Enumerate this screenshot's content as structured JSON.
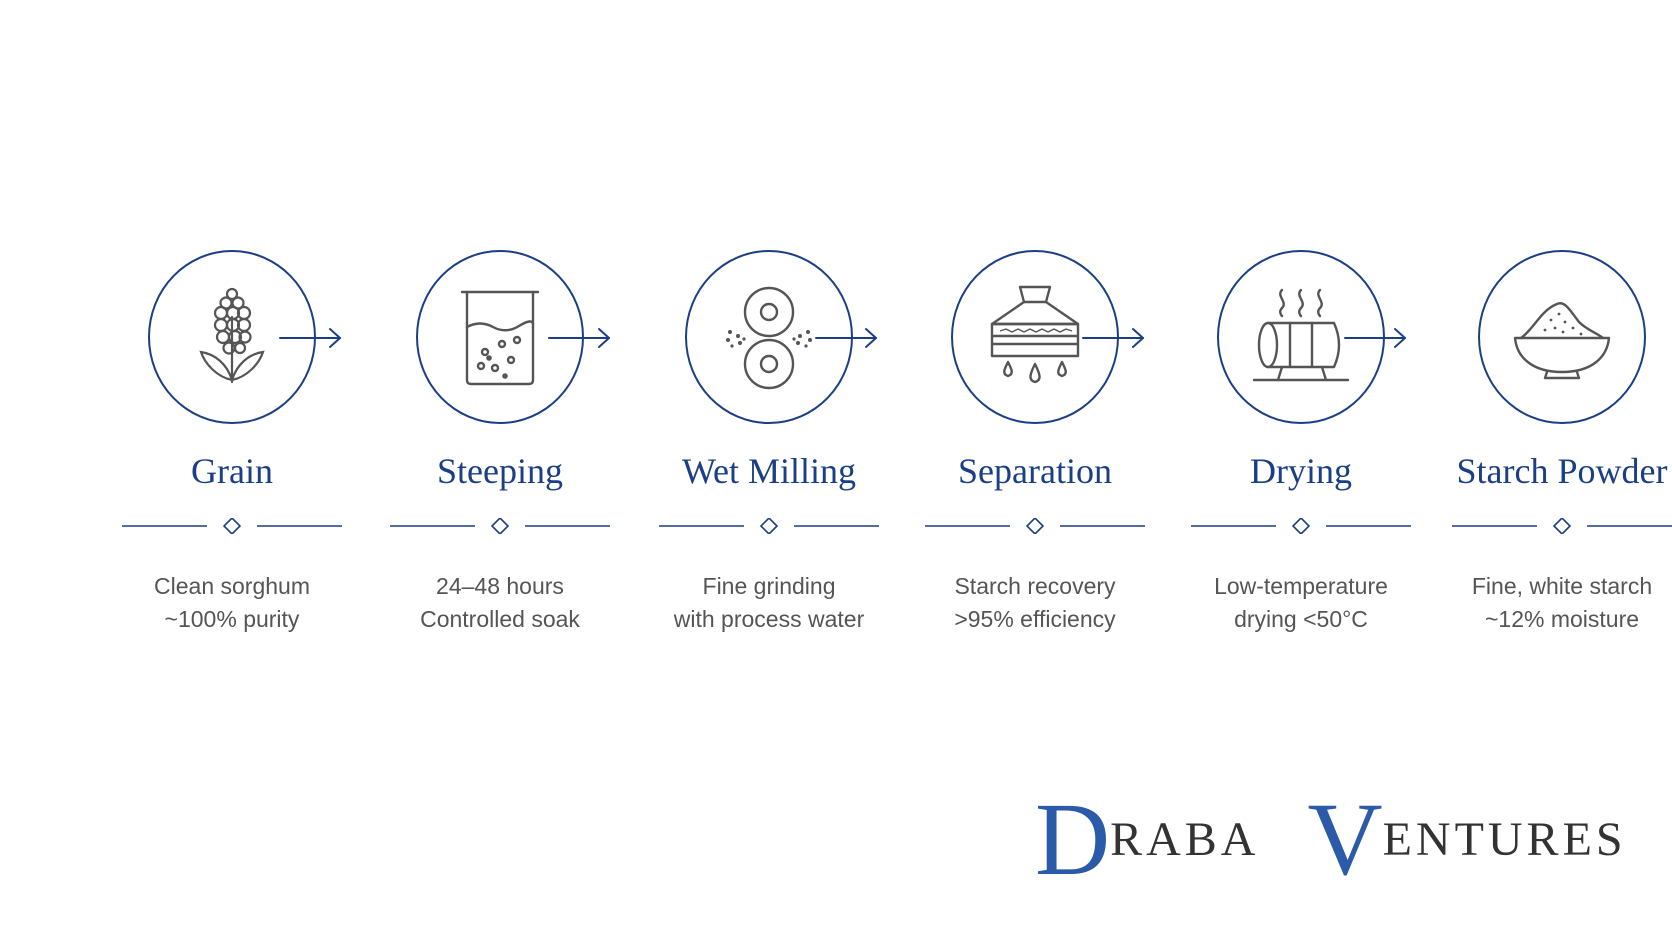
{
  "colors": {
    "accent": "#1b3f86",
    "text": "#555555",
    "logo_blue": "#2a5aa8",
    "logo_gray": "#333333"
  },
  "steps": [
    {
      "title": "Grain",
      "icon": "sorghum-plant-icon",
      "desc_lines": [
        "Clean sorghum",
        "~100% purity"
      ]
    },
    {
      "title": "Steeping",
      "icon": "beaker-icon",
      "desc_lines": [
        "24–48 hours",
        "Controlled soak"
      ]
    },
    {
      "title": "Wet Milling",
      "icon": "mill-rollers-icon",
      "desc_lines": [
        "Fine grinding",
        "with process water"
      ]
    },
    {
      "title": "Separation",
      "icon": "separator-icon",
      "desc_lines": [
        "Starch recovery",
        ">95% efficiency"
      ]
    },
    {
      "title": "Drying",
      "icon": "rotary-dryer-icon",
      "desc_lines": [
        "Low-temperature",
        "drying <50°C"
      ]
    },
    {
      "title": "Starch Powder",
      "icon": "powder-bowl-icon",
      "desc_lines": [
        "Fine, white starch",
        "~12% moisture"
      ]
    }
  ],
  "logo": {
    "word1_initial": "D",
    "word1_rest": "RABA",
    "word2_initial": "V",
    "word2_rest": "ENTURES"
  }
}
